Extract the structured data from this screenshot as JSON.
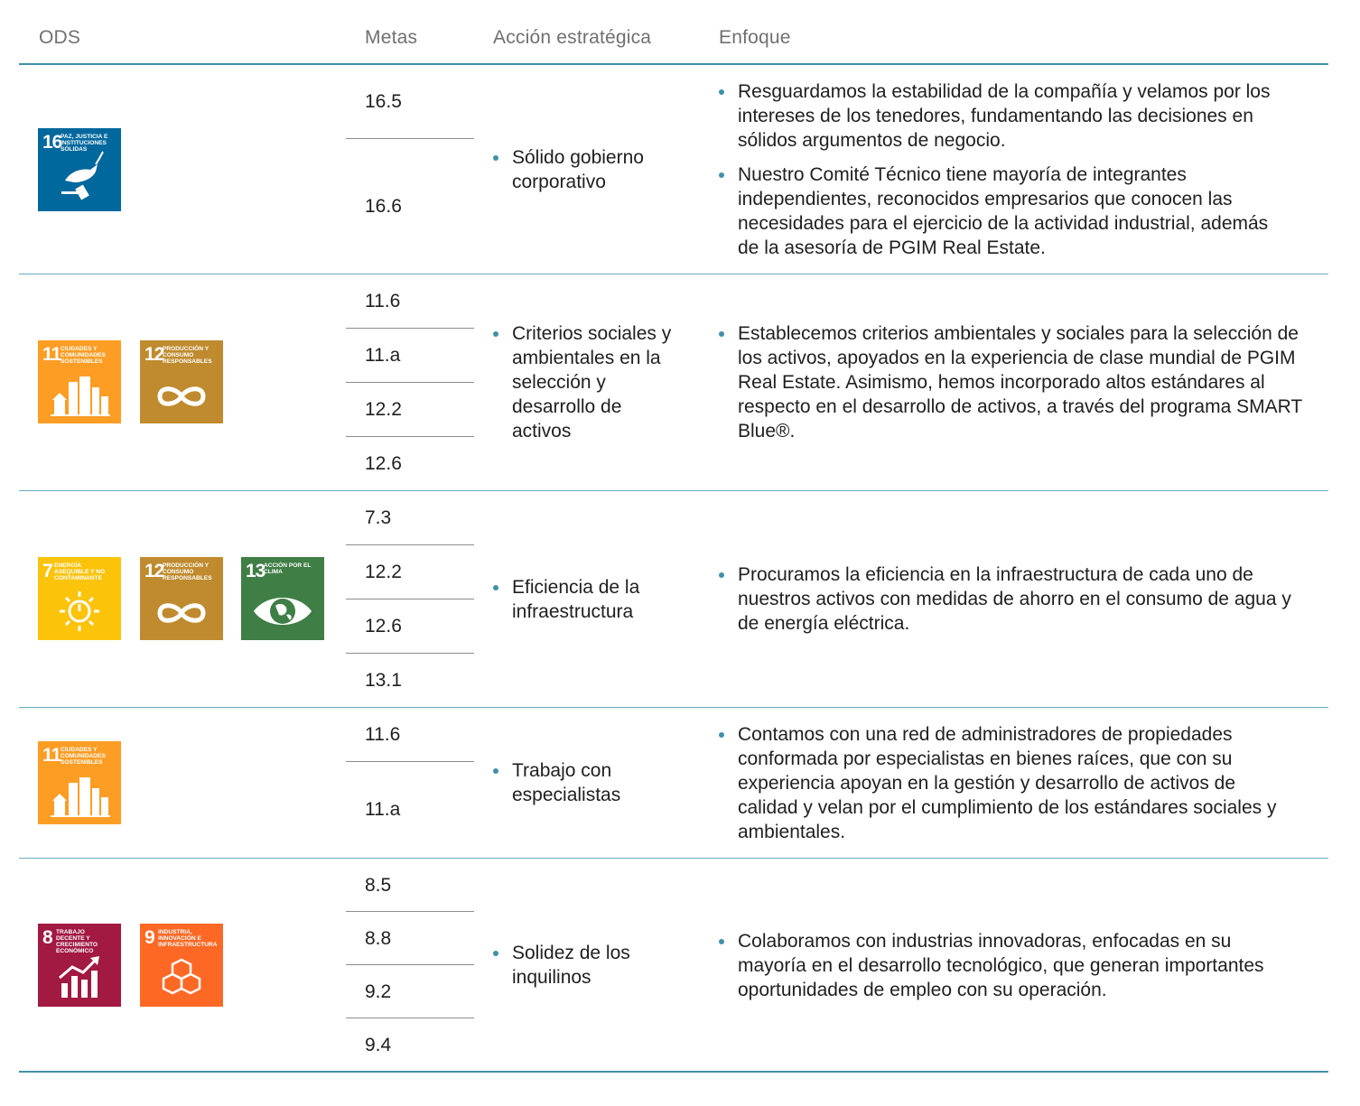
{
  "headers": {
    "ods": "ODS",
    "metas": "Metas",
    "accion": "Acción estratégica",
    "enfoque": "Enfoque"
  },
  "colors": {
    "rule": "#3f90a8",
    "bullet": "#3f90a8",
    "sdg7": "#FCC30B",
    "sdg8": "#A21942",
    "sdg9": "#FD6925",
    "sdg11": "#FD9D24",
    "sdg12": "#BF8B2E",
    "sdg13": "#3F7E44",
    "sdg16": "#00689D"
  },
  "sdgs": {
    "s7": {
      "num": "7",
      "title": "Energía asequible y no contaminante",
      "icon": "sun-power-icon"
    },
    "s8": {
      "num": "8",
      "title": "Trabajo decente y crecimiento económico",
      "icon": "growth-chart-icon"
    },
    "s9": {
      "num": "9",
      "title": "Industria, innovación e infraestructura",
      "icon": "cubes-icon"
    },
    "s11": {
      "num": "11",
      "title": "Ciudades y comunidades sostenibles",
      "icon": "city-icon"
    },
    "s12": {
      "num": "12",
      "title": "Producción y consumo responsables",
      "icon": "infinity-icon"
    },
    "s13": {
      "num": "13",
      "title": "Acción por el clima",
      "icon": "earth-eye-icon"
    },
    "s16": {
      "num": "16",
      "title": "Paz, justicia e instituciones sólidas",
      "icon": "dove-gavel-icon"
    }
  },
  "rows": [
    {
      "metas": [
        "16.5",
        "16.6"
      ],
      "accion": "Sólido gobierno corporativo",
      "enfoque": [
        "Resguardamos la estabilidad de la compañía y velamos por los intereses de los tenedores, fundamentando las decisiones en sólidos argumentos de negocio.",
        "Nuestro Comité Técnico tiene mayoría de integrantes independientes, reconocidos empresarios que conocen las necesidades para el ejercicio de la actividad industrial, además de la asesoría de PGIM Real Estate."
      ]
    },
    {
      "metas": [
        "11.6",
        "11.a",
        "12.2",
        "12.6"
      ],
      "accion": "Criterios sociales y ambientales en la selección y desarrollo de activos",
      "enfoque": [
        "Establecemos criterios ambientales y sociales para la selección de los activos, apoyados en la experiencia de clase mundial de PGIM Real Estate. Asimismo, hemos incorporado altos estándares al respecto en el desarrollo de activos, a través del programa SMART Blue®."
      ]
    },
    {
      "metas": [
        "7.3",
        "12.2",
        "12.6",
        "13.1"
      ],
      "accion": "Eficiencia de la infraestructura",
      "enfoque": [
        "Procuramos la eficiencia en la infraestructura de cada uno de nuestros activos con medidas de ahorro en el consumo de agua y de energía eléctrica."
      ]
    },
    {
      "metas": [
        "11.6",
        "11.a"
      ],
      "accion": "Trabajo con especialistas",
      "enfoque": [
        "Contamos con una red de administradores de propiedades conformada por especialistas en bienes raíces, que con su experiencia apoyan en la gestión y desarrollo de activos de calidad y velan por el cumplimiento de los estándares sociales y ambientales."
      ]
    },
    {
      "metas": [
        "8.5",
        "8.8",
        "9.2",
        "9.4"
      ],
      "accion": "Solidez de los inquilinos",
      "enfoque": [
        "Colaboramos con industrias innovadoras, enfocadas en su mayoría en el desarrollo tecnológico, que generan importantes oportunidades de empleo con su operación."
      ]
    }
  ]
}
